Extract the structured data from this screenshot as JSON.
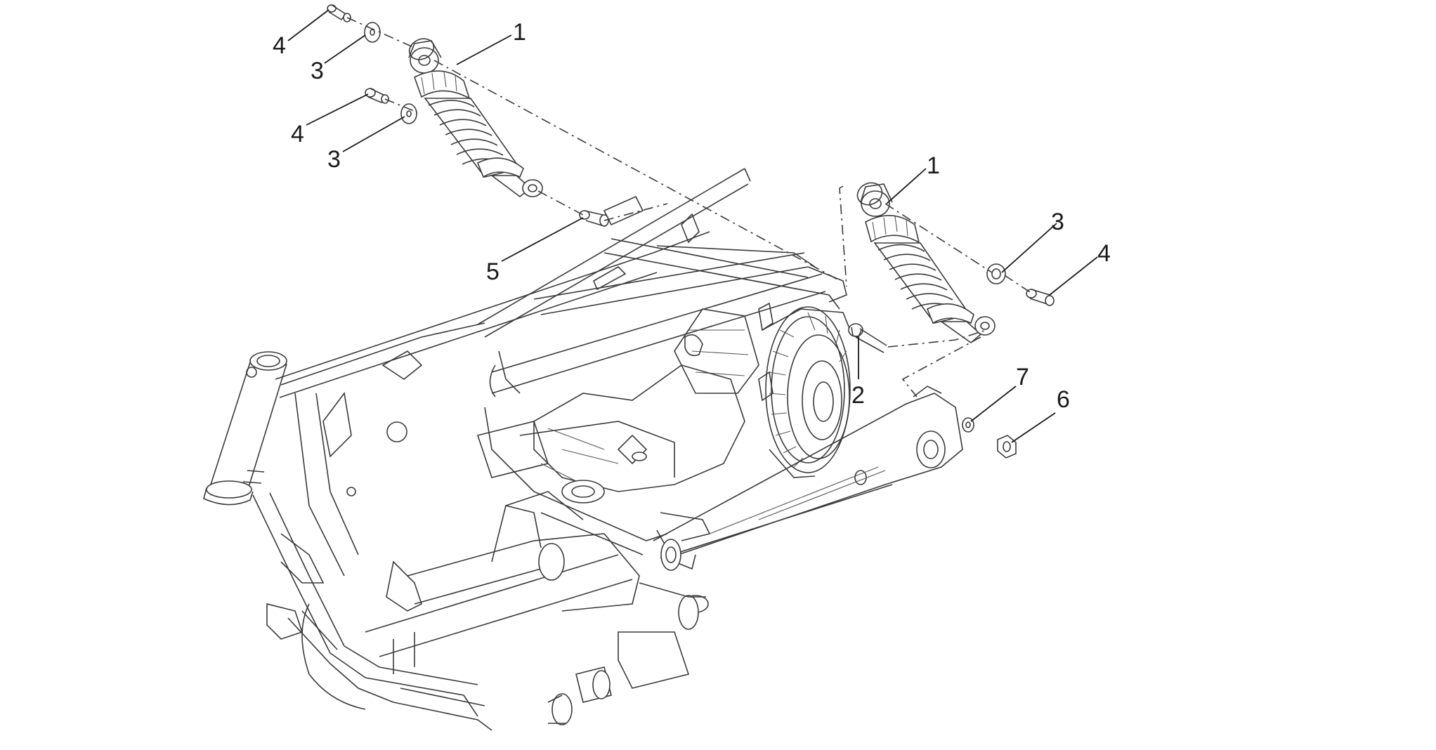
{
  "callouts": [
    {
      "id": "c-1a",
      "label": "1"
    },
    {
      "id": "c-1b",
      "label": "1"
    },
    {
      "id": "c-2",
      "label": "2"
    },
    {
      "id": "c-3a",
      "label": "3"
    },
    {
      "id": "c-3b",
      "label": "3"
    },
    {
      "id": "c-3c",
      "label": "3"
    },
    {
      "id": "c-4a",
      "label": "4"
    },
    {
      "id": "c-4b",
      "label": "4"
    },
    {
      "id": "c-4c",
      "label": "4"
    },
    {
      "id": "c-5",
      "label": "5"
    },
    {
      "id": "c-6",
      "label": "6"
    },
    {
      "id": "c-7",
      "label": "7"
    }
  ],
  "colors": {
    "line": "#3a3a3a",
    "text": "#1a1a1a",
    "background": "#ffffff"
  }
}
